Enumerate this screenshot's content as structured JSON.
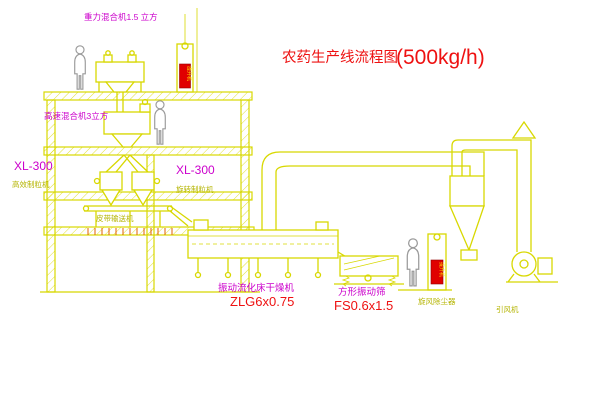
{
  "title": {
    "main": "农药生产线流程图",
    "capacity": "(500kg/h)"
  },
  "labels": {
    "gravity_mixer": "重力混合机1.5 立方",
    "high_speed_mixer": "高速混合机3立方",
    "granulator_left_model": "XL-300",
    "granulator_left_name": "高效制粒机",
    "granulator_mid_model": "XL-300",
    "granulator_mid_name": "旋转制粒机",
    "belt_conveyor": "皮带输送机",
    "dryer_name": "振动流化床干燥机",
    "dryer_model": "ZLG6x0.75",
    "sieve_name": "方形振动筛",
    "sieve_model": "FS0.6x1.5",
    "cyclone": "旋风除尘器",
    "induced_fan": "引风机",
    "hoist_left": "提升机",
    "hoist_right": "提升机"
  },
  "colors": {
    "line": "#d8d800",
    "text_magenta": "#cc00cc",
    "text_red": "#ee1111",
    "text_yellow": "#b4b400",
    "panel_red": "#e00000",
    "background": "#ffffff"
  }
}
